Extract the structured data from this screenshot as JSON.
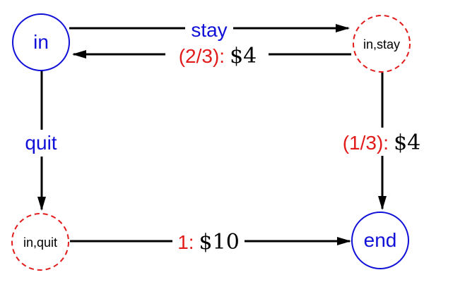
{
  "diagram": {
    "nodes": {
      "in": {
        "label": "in",
        "style": "solid",
        "color": "#1010d8"
      },
      "in_stay": {
        "label": "in,stay",
        "style": "dashed",
        "color": "#e21b1b"
      },
      "in_quit": {
        "label": "in,quit",
        "style": "dashed",
        "color": "#e21b1b"
      },
      "end": {
        "label": "end",
        "style": "solid",
        "color": "#1010d8"
      }
    },
    "edges": {
      "stay": {
        "label": "stay",
        "color": "#1010d8"
      },
      "back": {
        "prob": "(2/3)",
        "sep": ":",
        "reward": "$4"
      },
      "to_end": {
        "prob": "(1/3)",
        "sep": ":",
        "reward": "$4"
      },
      "quit": {
        "label": "quit",
        "color": "#1010d8"
      },
      "quit_end": {
        "prob": "1",
        "sep": ":",
        "reward": "$10"
      }
    },
    "colors": {
      "action": "#1010d8",
      "chance": "#e21b1b",
      "arrow": "#000000"
    }
  }
}
